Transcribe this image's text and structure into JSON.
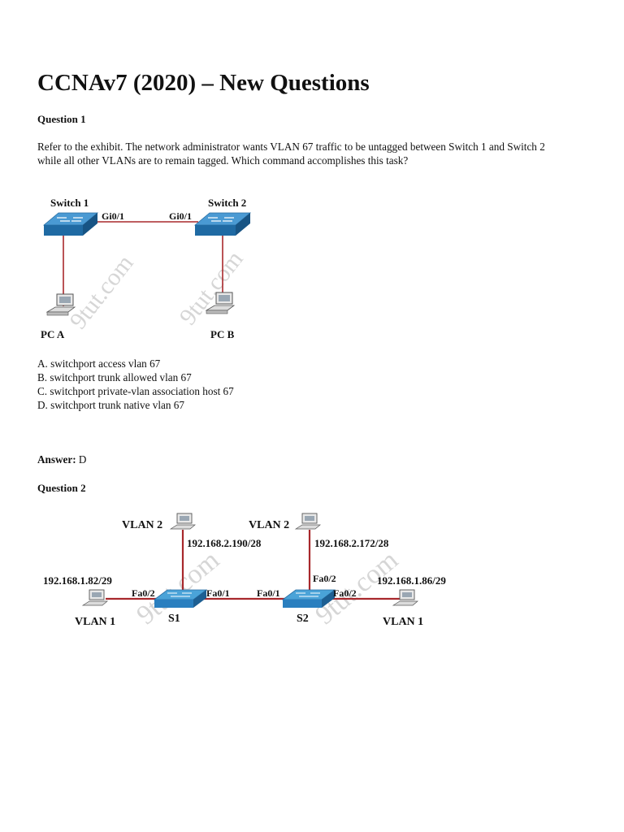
{
  "doc": {
    "title": "CCNAv7 (2020) – New Questions",
    "q1": {
      "heading": "Question 1",
      "text": "Refer to the exhibit. The network administrator wants VLAN 67 traffic to be untagged between Switch 1 and Switch 2 while all other VLANs are to remain tagged. Which command accomplishes this task?",
      "options": [
        "A. switchport access vlan 67",
        "B. switchport trunk allowed vlan 67",
        "C. switchport private-vlan association host 67",
        "D. switchport trunk native vlan 67"
      ],
      "answer_label": "Answer:",
      "answer_value": "D"
    },
    "q2": {
      "heading": "Question 2"
    }
  },
  "diagram1": {
    "switch1": "Switch 1",
    "switch2": "Switch 2",
    "port1": "Gi0/1",
    "port2": "Gi0/1",
    "pc_a": "PC A",
    "pc_b": "PC B",
    "watermark": "9tut.com"
  },
  "diagram2": {
    "vlan2_left": "VLAN 2",
    "vlan2_right": "VLAN 2",
    "ip_vlan2_left": "192.168.2.190/28",
    "ip_vlan2_right": "192.168.2.172/28",
    "ip_vlan1_left": "192.168.1.82/29",
    "ip_vlan1_right": "192.168.1.86/29",
    "s1_port_left": "Fa0/2",
    "s1_port_right": "Fa0/1",
    "s2_port_left": "Fa0/1",
    "s2_port_up": "Fa0/2",
    "s2_port_right": "Fa0/2",
    "s1": "S1",
    "s2": "S2",
    "vlan1_left": "VLAN 1",
    "vlan1_right": "VLAN 1",
    "watermark": "9tut.com"
  },
  "colors": {
    "link": "#a8282c",
    "switch_top": "#3d8fc7",
    "switch_front": "#1f5f93",
    "watermark": "#cfcfcf"
  }
}
